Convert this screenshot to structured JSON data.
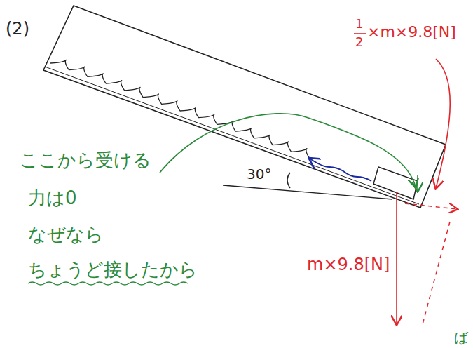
{
  "diagram": {
    "labels": [
      "(2)",
      "1",
      "2",
      "×m×9.8[N]",
      "m×9.8[N]",
      "30°",
      "ここから受ける",
      "力は0",
      "なぜなら",
      "ちょうど接したから",
      "ば"
    ]
  }
}
